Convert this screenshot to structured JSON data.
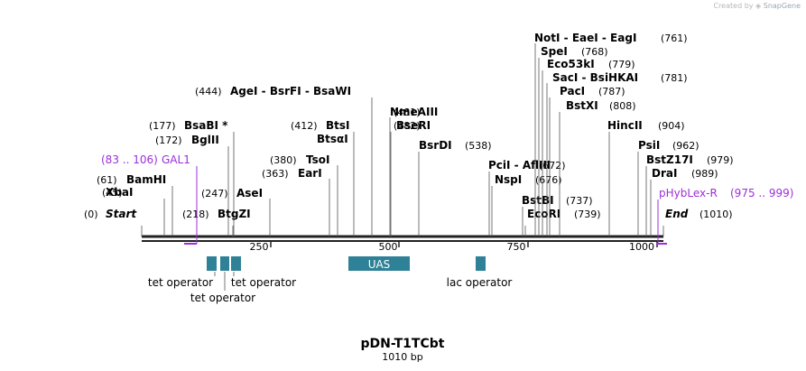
{
  "credit": {
    "prefix": "Created by",
    "brand": "SnapGene"
  },
  "title": "pDN-T1TCbt",
  "length_label": "1010 bp",
  "ruler_ticks": [
    "250",
    "500",
    "750",
    "1000"
  ],
  "colors": {
    "feature": "#2e8196",
    "primer": "#9b30d9",
    "line": "#222222",
    "leader": "#555555"
  },
  "sites": [
    {
      "pos": "(0)",
      "name": "Start",
      "italic": true
    },
    {
      "pos": "(45)",
      "name": "XbaI"
    },
    {
      "pos": "(61)",
      "name": "BamHI"
    },
    {
      "pos": "(172)",
      "name": "BglII"
    },
    {
      "pos": "(177)",
      "name": "BsaBI *"
    },
    {
      "pos": "(218)",
      "name": "BtgZI"
    },
    {
      "pos": "(247)",
      "name": "AseI"
    },
    {
      "pos": "(363)",
      "name": "EarI"
    },
    {
      "pos": "(380)",
      "name": "TsoI"
    },
    {
      "pos": "(412)",
      "name": "BtsI"
    },
    {
      "name": "BtsαI"
    },
    {
      "pos": "(444)",
      "name": "AgeI  -  BsrFI  -  BsaWI"
    },
    {
      "pos": "(481)",
      "name": "NmeAIII"
    },
    {
      "pos": "(482)",
      "name": "BseRI"
    },
    {
      "pos": "(538)",
      "name": "BsrDI"
    },
    {
      "pos": "(672)",
      "name": "PciI  -  AflIII"
    },
    {
      "pos": "(676)",
      "name": "NspI"
    },
    {
      "pos": "(737)",
      "name": "BstBI"
    },
    {
      "pos": "(739)",
      "name": "EcoRI"
    },
    {
      "pos": "(761)",
      "name": "NotI  -  EaeI  -  EagI"
    },
    {
      "pos": "(768)",
      "name": "SpeI"
    },
    {
      "pos": "(779)",
      "name": "Eco53kI"
    },
    {
      "pos": "(781)",
      "name": "SacI  -  BsiHKAI"
    },
    {
      "pos": "(787)",
      "name": "PacI"
    },
    {
      "pos": "(808)",
      "name": "BstXI"
    },
    {
      "pos": "(904)",
      "name": "HincII"
    },
    {
      "pos": "(962)",
      "name": "PsiI"
    },
    {
      "pos": "(979)",
      "name": "BstZ17I"
    },
    {
      "pos": "(989)",
      "name": "DraI"
    },
    {
      "pos": "(1010)",
      "name": "End",
      "italic": true
    }
  ],
  "primers": [
    {
      "range": "(83 .. 106)",
      "name": "GAL1"
    },
    {
      "name": "pHybLex-R",
      "range": "(975 .. 999)"
    }
  ],
  "features": [
    {
      "name": "tet operator"
    },
    {
      "name": "tet operator"
    },
    {
      "name": "tet operator"
    },
    {
      "name": "UAS",
      "label_inside": true
    },
    {
      "name": "lac operator"
    }
  ]
}
